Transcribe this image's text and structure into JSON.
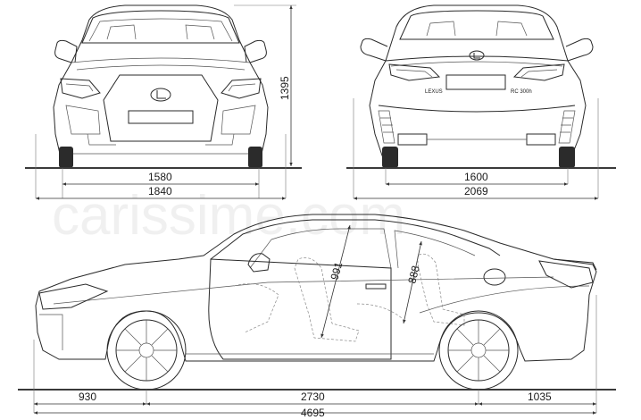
{
  "watermark": "carissime.com",
  "front_view": {
    "height_label": "1395",
    "track_label": "1580",
    "width_label": "1840"
  },
  "rear_view": {
    "track_label": "1600",
    "width_label": "2069",
    "badge_brand": "LEXUS",
    "badge_model": "RC 300h"
  },
  "side_view": {
    "headroom_front_label": "991",
    "headroom_rear_label": "888",
    "front_overhang_label": "930",
    "wheelbase_label": "2730",
    "rear_overhang_label": "1035",
    "length_label": "4695"
  }
}
